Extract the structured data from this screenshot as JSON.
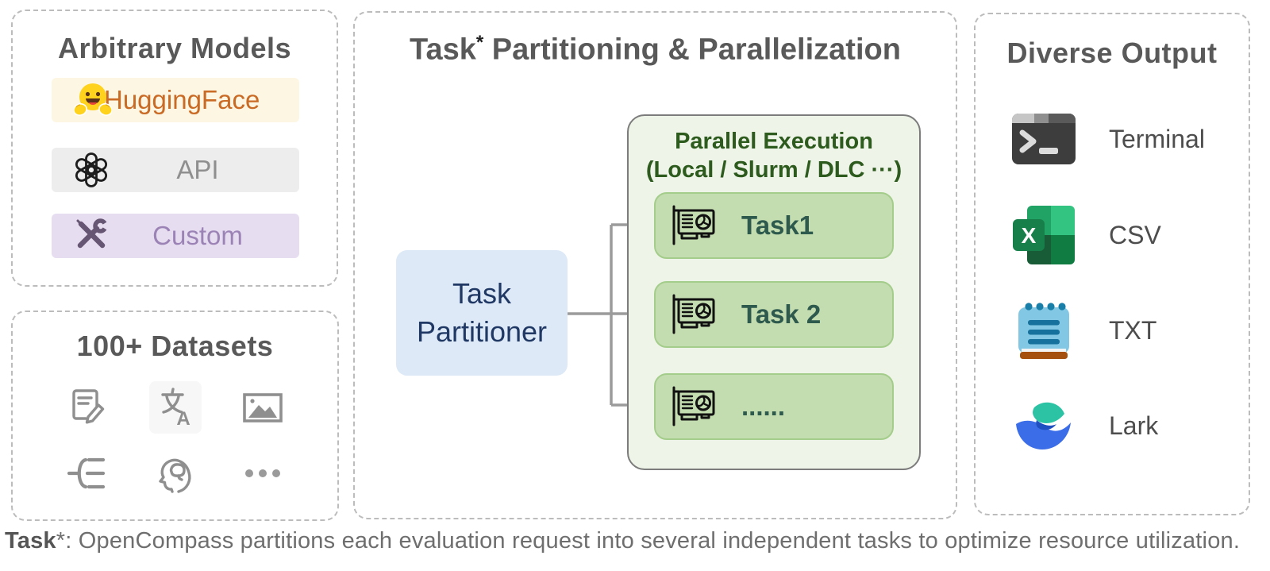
{
  "panels": {
    "models": {
      "title": "Arbitrary Models",
      "items": [
        {
          "label": "HuggingFace",
          "icon": "huggingface-emoji"
        },
        {
          "label": "API",
          "icon": "openai-logo"
        },
        {
          "label": "Custom",
          "icon": "crossed-tools-icon"
        }
      ]
    },
    "datasets": {
      "title": "100+ Datasets",
      "icons": [
        "document-edit-icon",
        "translate-icon",
        "image-icon",
        "tree-list-icon",
        "brain-head-icon",
        "ellipsis-icon"
      ]
    },
    "pipeline": {
      "title_main": "Task",
      "title_sup": "*",
      "title_rest": " Partitioning & Parallelization",
      "partitioner_label": "Task Partitioner",
      "execution": {
        "title_line1": "Parallel Execution",
        "title_line2": "(Local / Slurm / DLC ···)",
        "tasks": [
          "Task1",
          "Task 2",
          "......"
        ]
      }
    },
    "output": {
      "title": "Diverse Output",
      "items": [
        {
          "label": "Terminal",
          "icon": "terminal-icon"
        },
        {
          "label": "CSV",
          "icon": "excel-icon"
        },
        {
          "label": "TXT",
          "icon": "notepad-icon"
        },
        {
          "label": "Lark",
          "icon": "lark-icon"
        }
      ]
    }
  },
  "footnote": {
    "term": "Task",
    "star": "*",
    "text": ": OpenCompass partitions each evaluation request into several independent tasks to optimize resource utilization."
  },
  "colors": {
    "huggingface_bg": "#fdf6e3",
    "huggingface_text": "#c96a25",
    "api_bg": "#ededed",
    "api_text": "#8f8f8f",
    "custom_bg": "#e6ddf0",
    "custom_text": "#9c83b6",
    "partitioner_bg": "#dde9f7",
    "partitioner_text": "#203864",
    "execution_bg": "#eef4e8",
    "execution_title": "#2d5a1d",
    "task_box_bg": "#c3dcb0",
    "task_box_border": "#a4cd8b",
    "task_text": "#2e5a4e",
    "arrow": "#9b9b9b",
    "panel_border": "#bcbcbc",
    "title_text": "#595959"
  }
}
